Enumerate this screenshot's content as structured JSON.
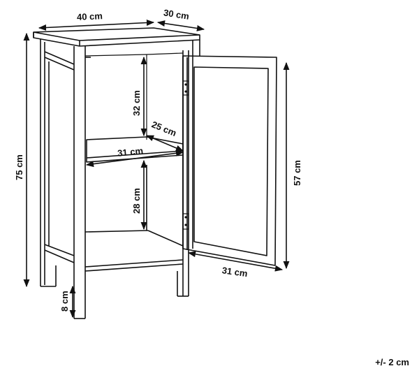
{
  "dimensions": {
    "top_width": "40 cm",
    "top_depth": "30 cm",
    "total_height": "75 cm",
    "upper_compartment_height": "32 cm",
    "shelf_depth": "25 cm",
    "shelf_width": "31 cm",
    "lower_compartment_height": "28 cm",
    "leg_height": "8 cm",
    "door_height": "57 cm",
    "door_width": "31 cm"
  },
  "tolerance": "+/- 2 cm"
}
